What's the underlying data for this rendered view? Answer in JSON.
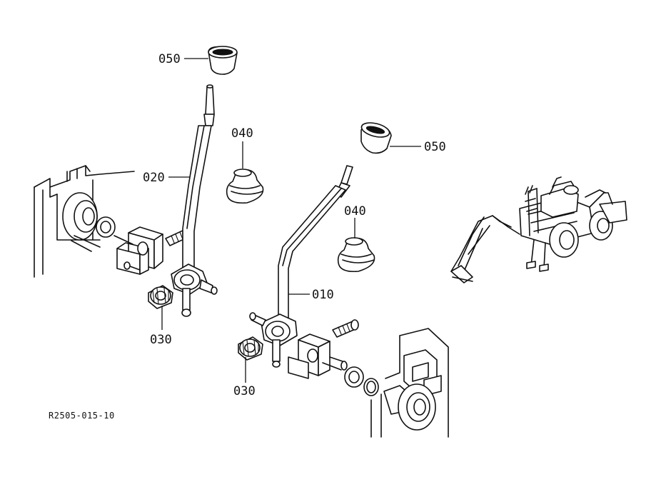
{
  "callouts": {
    "knob_left": "050",
    "knob_right": "050",
    "boot_left": "040",
    "boot_right": "040",
    "lever_left": "020",
    "lever_right": "010",
    "bearing_left": "030",
    "bearing_right": "030"
  },
  "figure_code": "R2505-015-10"
}
